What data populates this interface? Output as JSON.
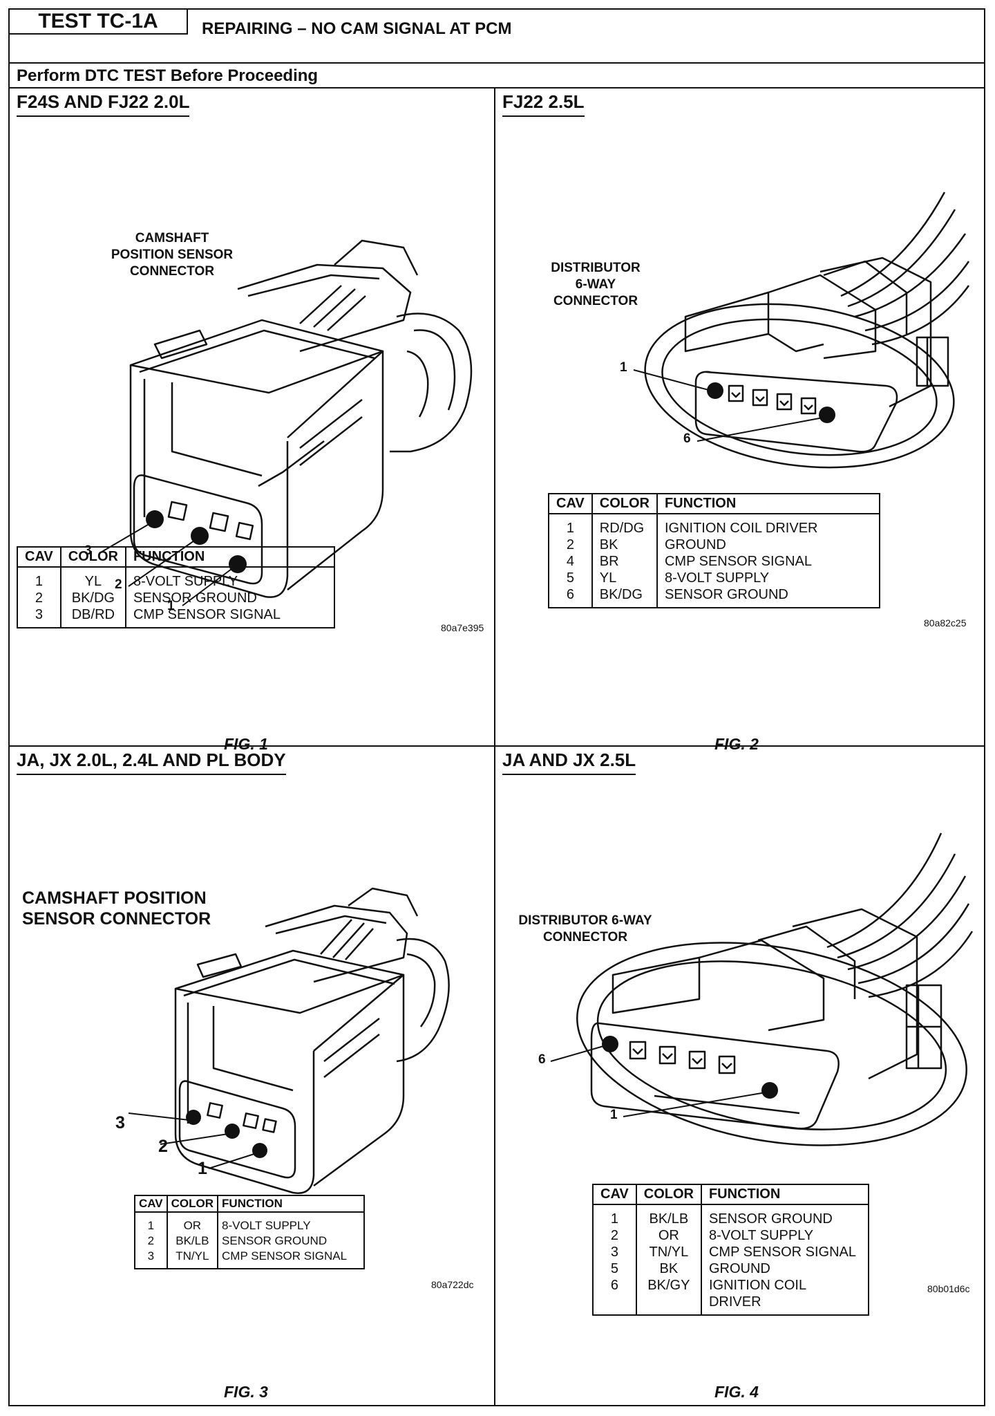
{
  "header": {
    "test_id": "TEST TC-1A",
    "title": "REPAIRING – NO CAM SIGNAL AT PCM",
    "pre_step": "Perform DTC TEST Before Proceeding"
  },
  "table_headers": {
    "cav": "CAV",
    "color": "COLOR",
    "function": "FUNCTION"
  },
  "figures": [
    {
      "section": "F24S AND FJ22 2.0L",
      "label": "CAMSHAFT\nPOSITION SENSOR\nCONNECTOR",
      "callouts": [
        "3",
        "2",
        "1"
      ],
      "rows": [
        {
          "cav": "1",
          "color": "YL",
          "function": "8-VOLT SUPPLY"
        },
        {
          "cav": "2",
          "color": "BK/DG",
          "function": "SENSOR GROUND"
        },
        {
          "cav": "3",
          "color": "DB/RD",
          "function": "CMP SENSOR SIGNAL"
        }
      ],
      "code": "80a7e395",
      "caption": "FIG. 1"
    },
    {
      "section": "FJ22 2.5L",
      "label": "DISTRIBUTOR\n6-WAY\nCONNECTOR",
      "callouts": [
        "1",
        "6"
      ],
      "rows": [
        {
          "cav": "1",
          "color": "RD/DG",
          "function": "IGNITION COIL DRIVER"
        },
        {
          "cav": "2",
          "color": "BK",
          "function": "GROUND"
        },
        {
          "cav": "4",
          "color": "BR",
          "function": "CMP SENSOR SIGNAL"
        },
        {
          "cav": "5",
          "color": "YL",
          "function": "8-VOLT SUPPLY"
        },
        {
          "cav": "6",
          "color": "BK/DG",
          "function": "SENSOR GROUND"
        }
      ],
      "code": "80a82c25",
      "caption": "FIG. 2"
    },
    {
      "section": "JA, JX 2.0L, 2.4L AND PL BODY",
      "label": "CAMSHAFT POSITION\nSENSOR CONNECTOR",
      "callouts": [
        "3",
        "2",
        "1"
      ],
      "rows": [
        {
          "cav": "1",
          "color": "OR",
          "function": "8-VOLT SUPPLY"
        },
        {
          "cav": "2",
          "color": "BK/LB",
          "function": "SENSOR GROUND"
        },
        {
          "cav": "3",
          "color": "TN/YL",
          "function": "CMP SENSOR SIGNAL"
        }
      ],
      "code": "80a722dc",
      "caption": "FIG. 3"
    },
    {
      "section": "JA AND JX 2.5L",
      "label": "DISTRIBUTOR 6-WAY\nCONNECTOR",
      "callouts": [
        "6",
        "1"
      ],
      "rows": [
        {
          "cav": "1",
          "color": "BK/LB",
          "function": "SENSOR GROUND"
        },
        {
          "cav": "2",
          "color": "OR",
          "function": "8-VOLT SUPPLY"
        },
        {
          "cav": "3",
          "color": "TN/YL",
          "function": "CMP SENSOR SIGNAL"
        },
        {
          "cav": "5",
          "color": "BK",
          "function": "GROUND"
        },
        {
          "cav": "6",
          "color": "BK/GY",
          "function": "IGNITION COIL DRIVER"
        }
      ],
      "code": "80b01d6c",
      "caption": "FIG. 4"
    }
  ]
}
